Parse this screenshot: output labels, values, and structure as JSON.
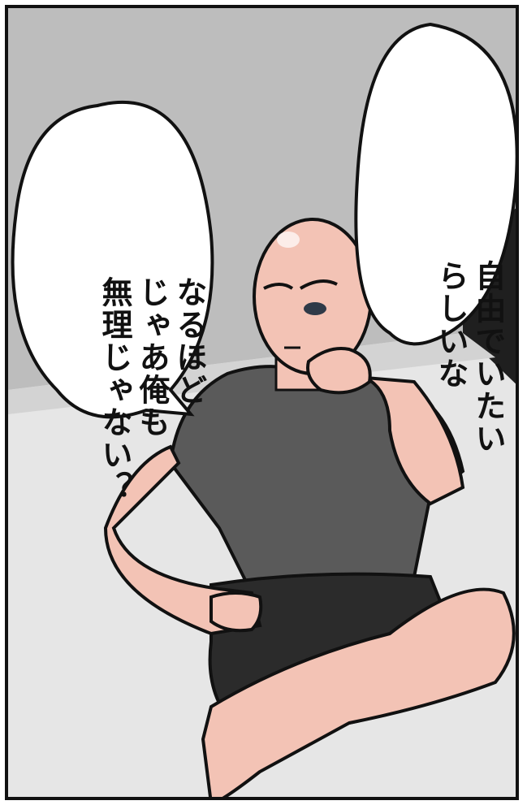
{
  "panel": {
    "speech_right": {
      "lines": [
        "自由でいたい",
        "らしいな"
      ]
    },
    "speech_left": {
      "lines": [
        "なるほど",
        "じゃあ俺も",
        "無理じゃない？"
      ]
    }
  },
  "colors": {
    "background_wall": "#bdbdbd",
    "floor": "#e6e6e6",
    "skin": "#f3c3b5",
    "shirt": "#5a5a5a",
    "shorts": "#2b2b2b",
    "outline": "#111111"
  }
}
